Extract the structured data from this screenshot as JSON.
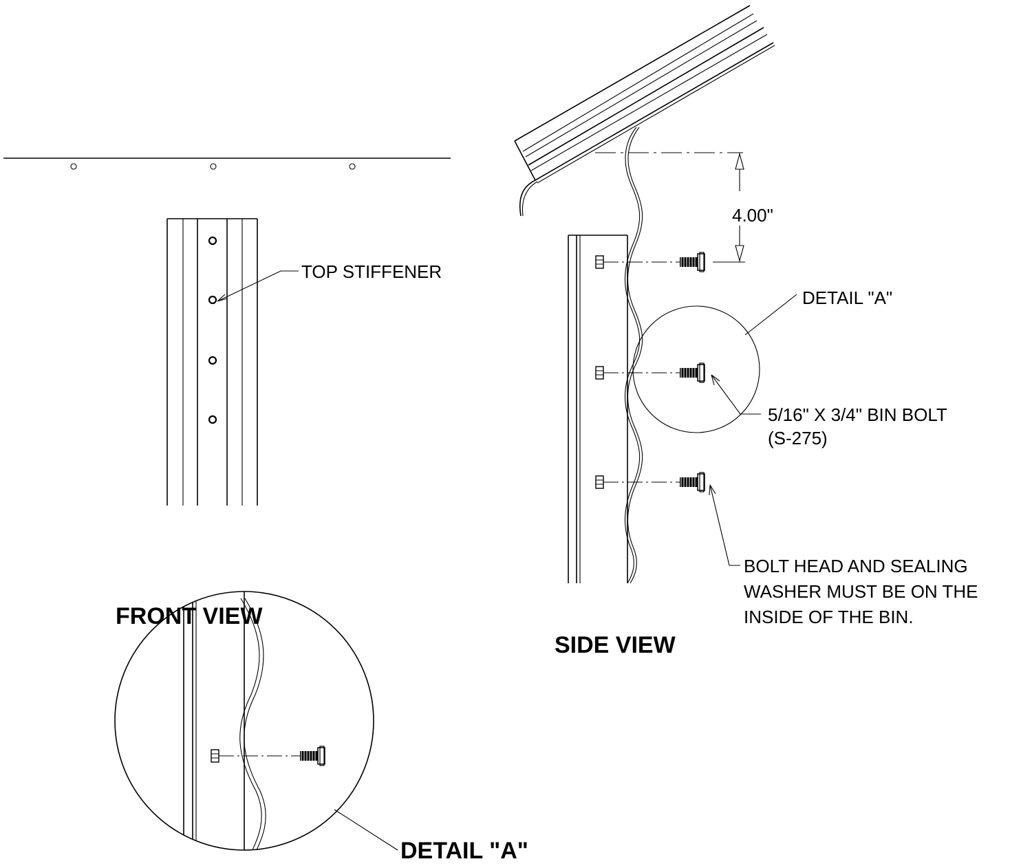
{
  "labels": {
    "top_stiffener": "TOP STIFFENER",
    "dimension": "4.00\"",
    "detail_callout": "DETAIL  \"A\"",
    "bolt_line1": "5/16\" X 3/4\" BIN BOLT",
    "bolt_line2": "(S-275)",
    "note_line1": "BOLT HEAD AND SEALING",
    "note_line2": "WASHER MUST BE ON THE",
    "note_line3": "INSIDE OF THE BIN.",
    "front_view": "FRONT  VIEW",
    "side_view": "SIDE  VIEW",
    "detail_title": "DETAIL  \"A\""
  },
  "colors": {
    "ink": "#000000",
    "paper": "#ffffff"
  }
}
